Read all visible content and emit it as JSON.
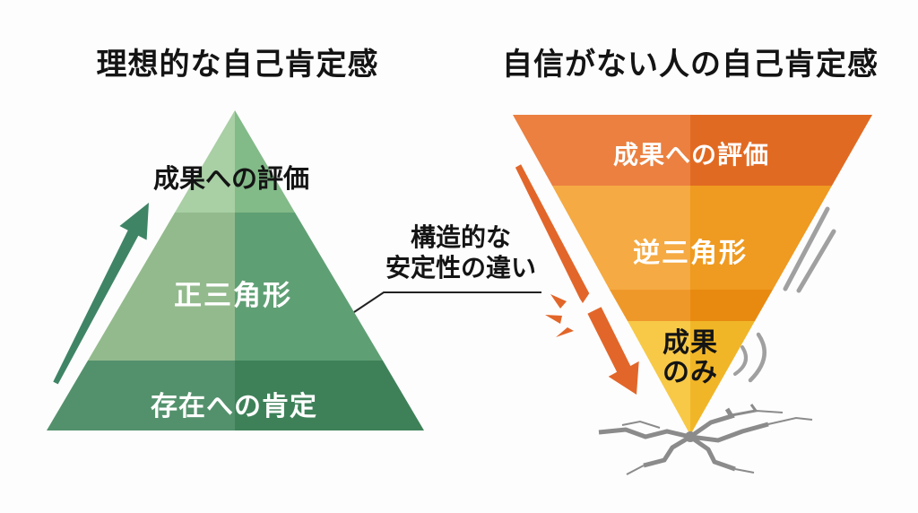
{
  "colors": {
    "background": "#fdfdfd",
    "title_text": "#141414",
    "green_band1_left": "#a9cfa5",
    "green_band1_right": "#82ba88",
    "green_band2_left": "#93ba8d",
    "green_band2_right": "#5f9f74",
    "green_band3_left": "#53916c",
    "green_band3_right": "#3e8159",
    "green_arrow": "#3f8565",
    "orange_band1_left": "#eb8040",
    "orange_band1_right": "#e16a22",
    "orange_band2_left": "#f5aa43",
    "orange_band2_right": "#ef9a20",
    "orange_band3_left": "#ef982a",
    "orange_band3_right": "#e88a10",
    "yellow_tip_left": "#f7c947",
    "yellow_tip_right": "#f1b627",
    "orange_arrow": "#e2662a",
    "speed_lines": "#a0a0a0",
    "crack": "#8b8b8b",
    "callout_line": "#222222",
    "white_label": "#ffffff"
  },
  "left_pyramid": {
    "title": "理想的な自己肯定感",
    "top_label": "成果への評価",
    "middle_label": "正三角形",
    "bottom_label": "存在への肯定"
  },
  "right_pyramid": {
    "title": "自信がない人の自己肯定感",
    "top_label": "成果への評価",
    "middle_label": "逆三角形",
    "tip_label_line1": "成果",
    "tip_label_line2": "のみ"
  },
  "callout": {
    "line1": "構造的な",
    "line2": "安定性の違い"
  }
}
